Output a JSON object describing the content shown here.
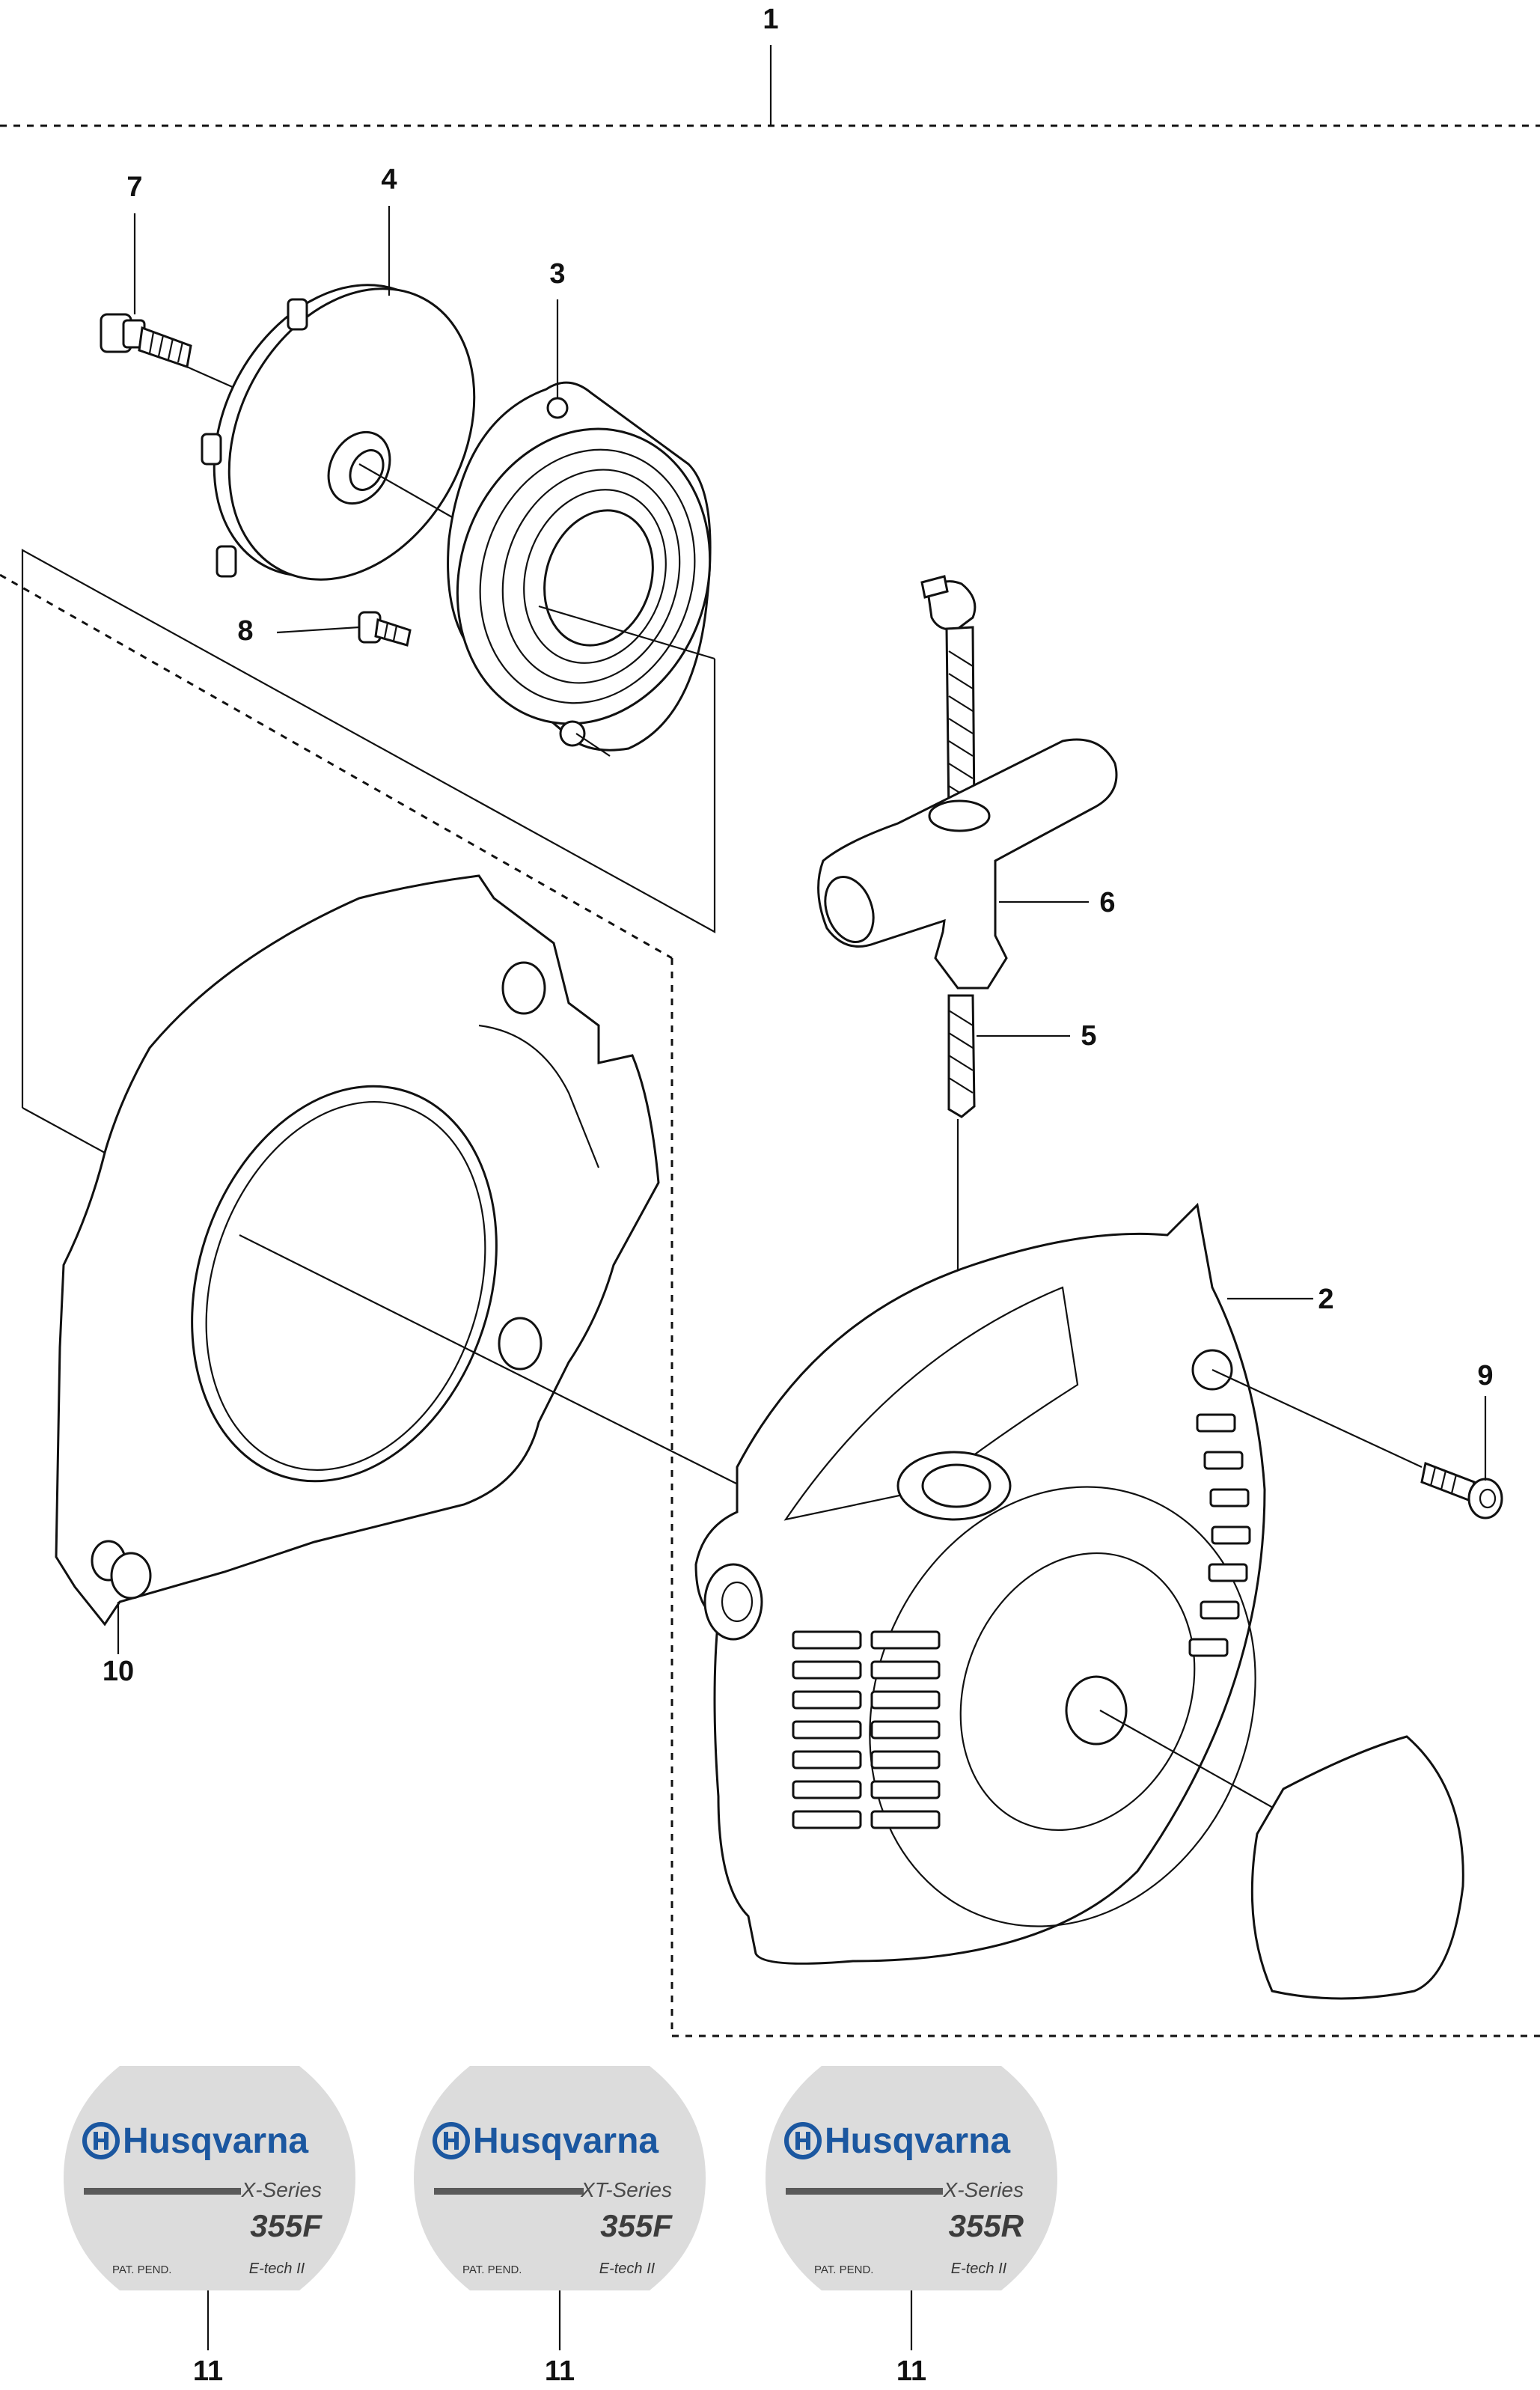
{
  "callouts": {
    "c1": "1",
    "c2": "2",
    "c3": "3",
    "c4": "4",
    "c5": "5",
    "c6": "6",
    "c7": "7",
    "c8": "8",
    "c9": "9",
    "c10": "10",
    "c11a": "11",
    "c11b": "11",
    "c11c": "11"
  },
  "decals": [
    {
      "brand": "Husqvarna",
      "series": "X-Series",
      "model": "355F",
      "pat": "PAT. PEND.",
      "tech": "E-tech II"
    },
    {
      "brand": "Husqvarna",
      "series": "XT-Series",
      "model": "355F",
      "pat": "PAT. PEND.",
      "tech": "E-tech II"
    },
    {
      "brand": "Husqvarna",
      "series": "X-Series",
      "model": "355R",
      "pat": "PAT. PEND.",
      "tech": "E-tech II"
    }
  ],
  "colors": {
    "brand_blue": "#1b57a0",
    "decal_gray": "#dcdcdc",
    "line": "#111111"
  },
  "icons": {
    "brand_logo": "husqvarna-crown-h-icon"
  }
}
